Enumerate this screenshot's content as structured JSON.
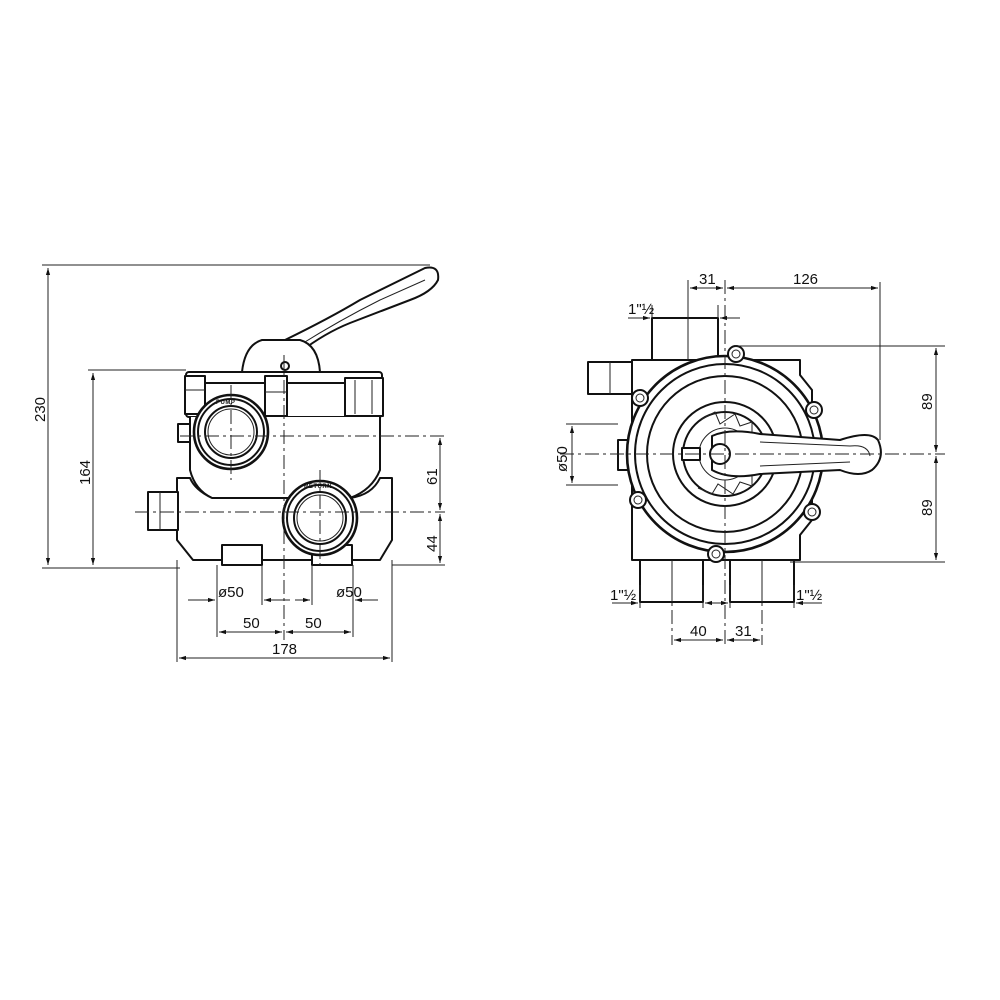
{
  "front_view": {
    "dim_overall_height": "230",
    "dim_body_height": "164",
    "dim_upper_port": "61",
    "dim_lower_port": "44",
    "dim_left_port_dia": "ø50",
    "dim_right_port_dia": "ø50",
    "dim_left_spacing": "50",
    "dim_right_spacing": "50",
    "dim_overall_width": "178",
    "label_pump": "PUMP",
    "label_return": "RETURN"
  },
  "top_view": {
    "dim_top_offset": "31",
    "dim_handle_length": "126",
    "dim_upper_half": "89",
    "dim_lower_half": "89",
    "dim_side_port_dia": "ø50",
    "dim_top_thread": "1\"½",
    "dim_bottom_left_thread": "1\"½",
    "dim_bottom_right_thread": "1\"½",
    "dim_bottom_left_offset": "40",
    "dim_bottom_right_offset": "31"
  }
}
